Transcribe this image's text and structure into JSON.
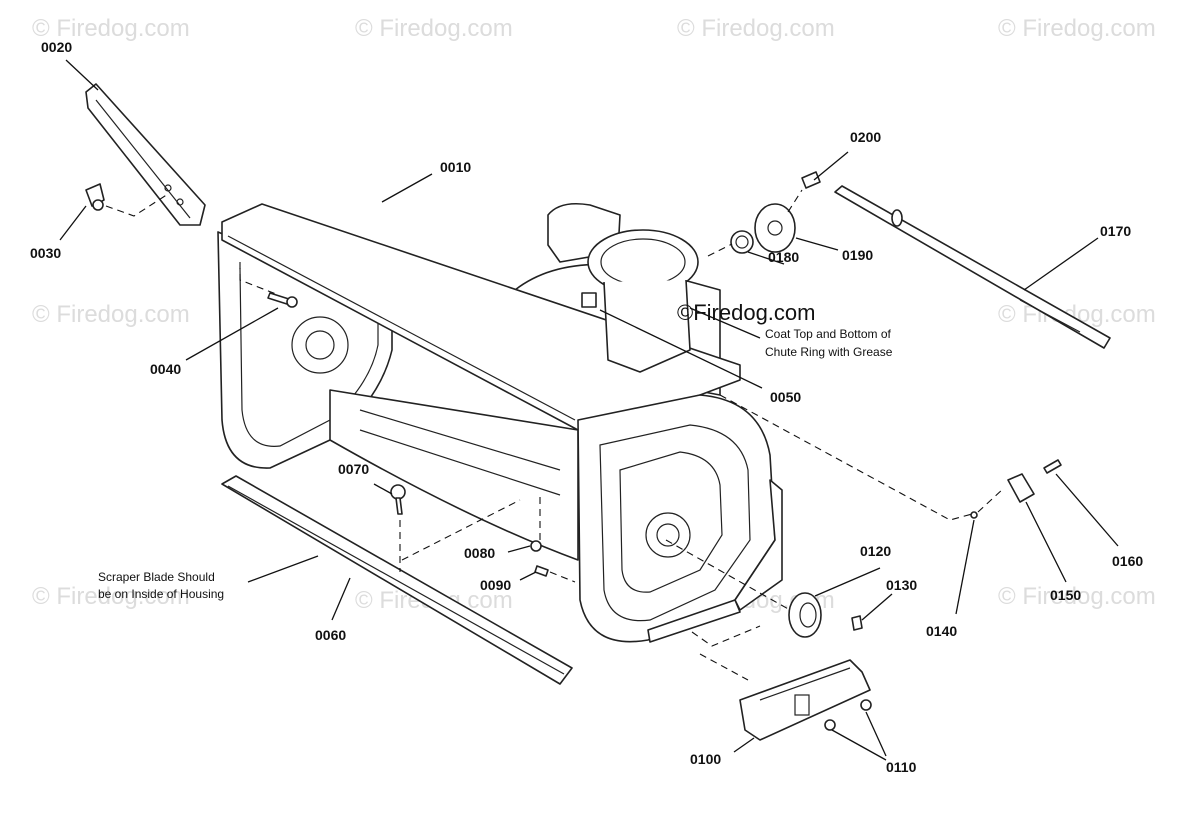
{
  "watermark": "© Firedog.com",
  "center_watermark": "©Firedog.com",
  "part_numbers": {
    "p0010": "0010",
    "p0020": "0020",
    "p0030": "0030",
    "p0040": "0040",
    "p0050": "0050",
    "p0060": "0060",
    "p0070": "0070",
    "p0080": "0080",
    "p0090": "0090",
    "p0100": "0100",
    "p0110": "0110",
    "p0120": "0120",
    "p0130": "0130",
    "p0140": "0140",
    "p0150": "0150",
    "p0160": "0160",
    "p0170": "0170",
    "p0180": "0180",
    "p0190": "0190",
    "p0200": "0200"
  },
  "notes": {
    "grease_line1": "Coat Top and Bottom of",
    "grease_line2": "Chute Ring with Grease",
    "scraper_line1": "Scraper Blade Should",
    "scraper_line2": "be on Inside of Housing"
  }
}
